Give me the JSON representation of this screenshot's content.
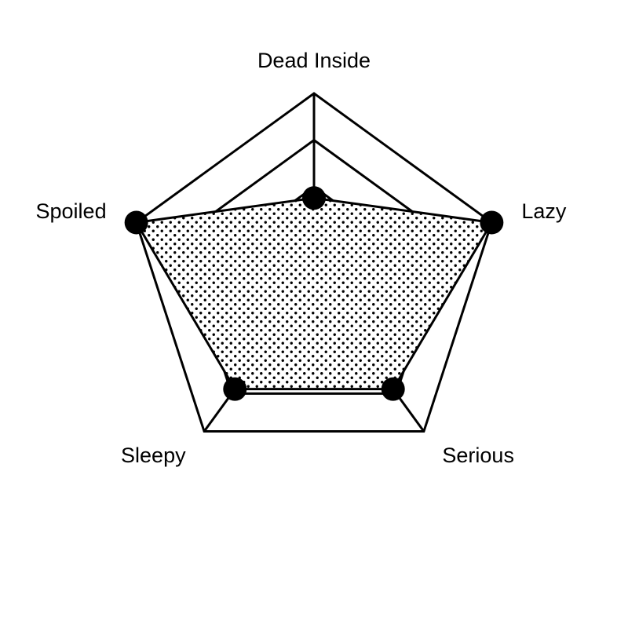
{
  "chart_data": {
    "type": "radar",
    "axes": [
      "Dead Inside",
      "Lazy",
      "Serious",
      "Sleepy",
      "Spoiled"
    ],
    "values": [
      2.2,
      5,
      3.6,
      3.6,
      5
    ],
    "rmax": 5,
    "ring_count": 4,
    "grid": true,
    "fill_pattern": "dots",
    "colors": {
      "line": "#000000",
      "background": "#ffffff"
    }
  }
}
